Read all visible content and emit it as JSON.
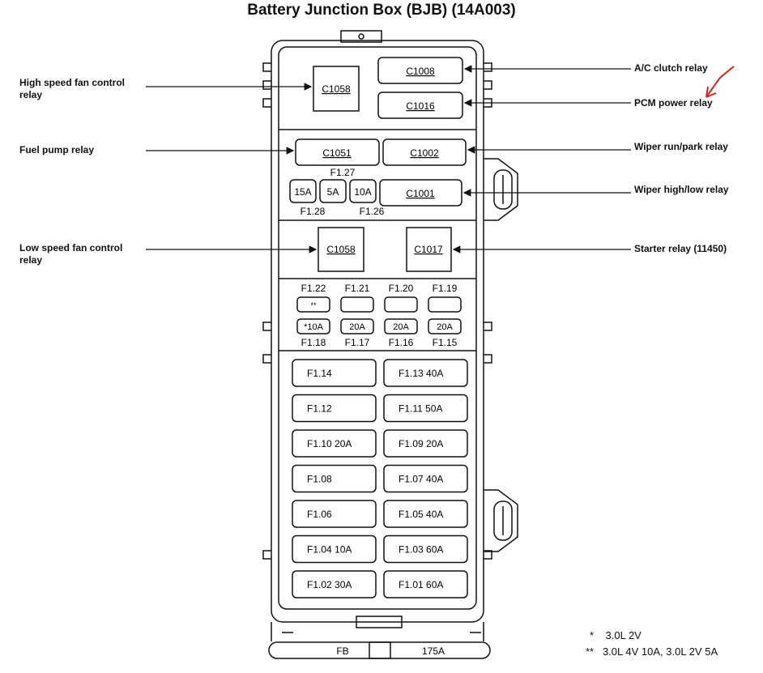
{
  "title": "Battery Junction Box (BJB) (14A003)",
  "left_labels": [
    "High speed fan control relay",
    "Fuel pump relay",
    "Low speed fan control relay"
  ],
  "right_labels": [
    "A/C clutch relay",
    "PCM power relay",
    "Wiper run/park relay",
    "Wiper high/low relay",
    "Starter relay (11450)"
  ],
  "relays": {
    "c1058_top": "C1058",
    "c1008": "C1008",
    "c1016": "C1016",
    "c1051": "C1051",
    "c1002": "C1002",
    "c1001": "C1001",
    "c1058_mid": "C1058",
    "c1017": "C1017"
  },
  "mini_fuses": {
    "f128_rating": "15A",
    "f127_rating": "5A",
    "f126_rating": "10A",
    "f127_label": "F1.27",
    "f128_label": "F1.28",
    "f126_label": "F1.26"
  },
  "small_fuse_top_labels": [
    "F1.22",
    "F1.21",
    "F1.20",
    "F1.19"
  ],
  "small_fuse_top_values": [
    "**",
    "",
    "",
    ""
  ],
  "small_fuse_bottom_values": [
    "*10A",
    "20A",
    "20A",
    "20A"
  ],
  "small_fuse_bottom_labels": [
    "F1.18",
    "F1.17",
    "F1.16",
    "F1.15"
  ],
  "maxi_fuses": [
    [
      "F1.14",
      "F1.13 40A"
    ],
    [
      "F1.12",
      "F1.11  50A"
    ],
    [
      "F1.10  20A",
      "F1.09  20A"
    ],
    [
      "F1.08",
      "F1.07  40A"
    ],
    [
      "F1.06",
      "F1.05  40A"
    ],
    [
      "F1.04  10A",
      "F1.03  60A"
    ],
    [
      "F1.02  30A",
      "F1.01  60A"
    ]
  ],
  "bottom_labels": {
    "fb": "FB",
    "amp": "175A"
  },
  "notes": [
    {
      "mark": "*",
      "text": "3.0L 2V"
    },
    {
      "mark": "**",
      "text": "3.0L 4V 10A, 3.0L 2V 5A"
    }
  ],
  "colors": {
    "line": "#111111",
    "annotation": "#e02020"
  }
}
